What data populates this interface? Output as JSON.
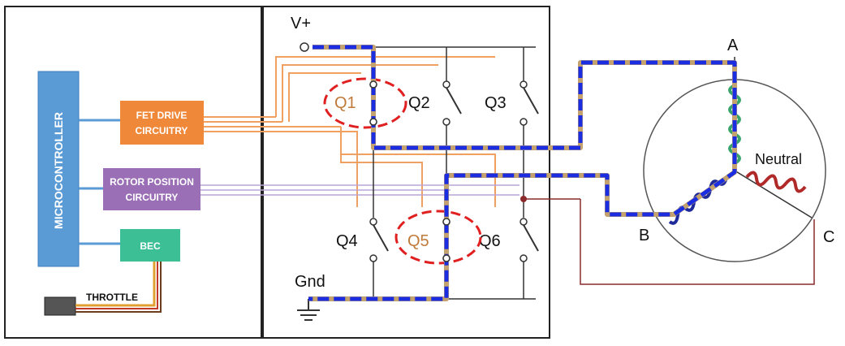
{
  "blocks": {
    "microcontroller": "MICROCONTROLLER",
    "fet_drive_line1": "FET DRIVE",
    "fet_drive_line2": "CIRCUITRY",
    "rotor_line1": "ROTOR POSITION",
    "rotor_line2": "CIRCUITRY",
    "bec": "BEC",
    "throttle": "THROTTLE"
  },
  "power": {
    "vplus": "V+",
    "gnd": "Gnd"
  },
  "switches": {
    "q1": "Q1",
    "q2": "Q2",
    "q3": "Q3",
    "q4": "Q4",
    "q5": "Q5",
    "q6": "Q6"
  },
  "motor": {
    "a": "A",
    "b": "B",
    "c": "C",
    "neutral": "Neutral"
  },
  "colors": {
    "microcontroller": "#5b9bd5",
    "fet_drive": "#f0883a",
    "rotor_position": "#9a6fb5",
    "bec": "#3dbf96",
    "current_path": "#1b2de0",
    "highlight": "#e02020",
    "coil_a": "#3aa56a",
    "coil_b": "#1f2a9a",
    "coil_c": "#b02a2a"
  }
}
